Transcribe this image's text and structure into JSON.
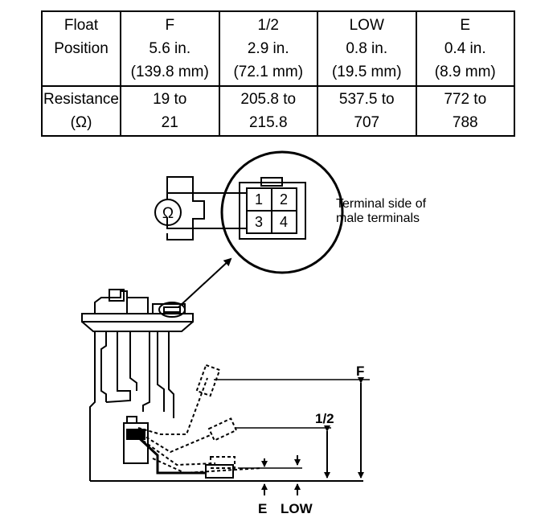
{
  "table": {
    "row_header_float": [
      "Float",
      "Position"
    ],
    "row_header_resistance": [
      "Resistance",
      "(Ω)"
    ],
    "columns": [
      {
        "label": "F",
        "inches": "5.6 in.",
        "mm": "(139.8 mm)",
        "res_min": "19 to",
        "res_max": "21"
      },
      {
        "label": "1/2",
        "inches": "2.9 in.",
        "mm": "(72.1 mm)",
        "res_min": "205.8 to",
        "res_max": "215.8"
      },
      {
        "label": "LOW",
        "inches": "0.8 in.",
        "mm": "(19.5 mm)",
        "res_min": "537.5 to",
        "res_max": "707"
      },
      {
        "label": "E",
        "inches": "0.4 in.",
        "mm": "(8.9 mm)",
        "res_min": "772 to",
        "res_max": "788"
      }
    ]
  },
  "diagram": {
    "meter_symbol": "Ω",
    "terminals": [
      "1",
      "2",
      "3",
      "4"
    ],
    "caption_line1": "Terminal side of",
    "caption_line2": "male terminals",
    "level_f": "F",
    "level_half": "1/2",
    "level_e": "E",
    "level_low": "LOW"
  }
}
